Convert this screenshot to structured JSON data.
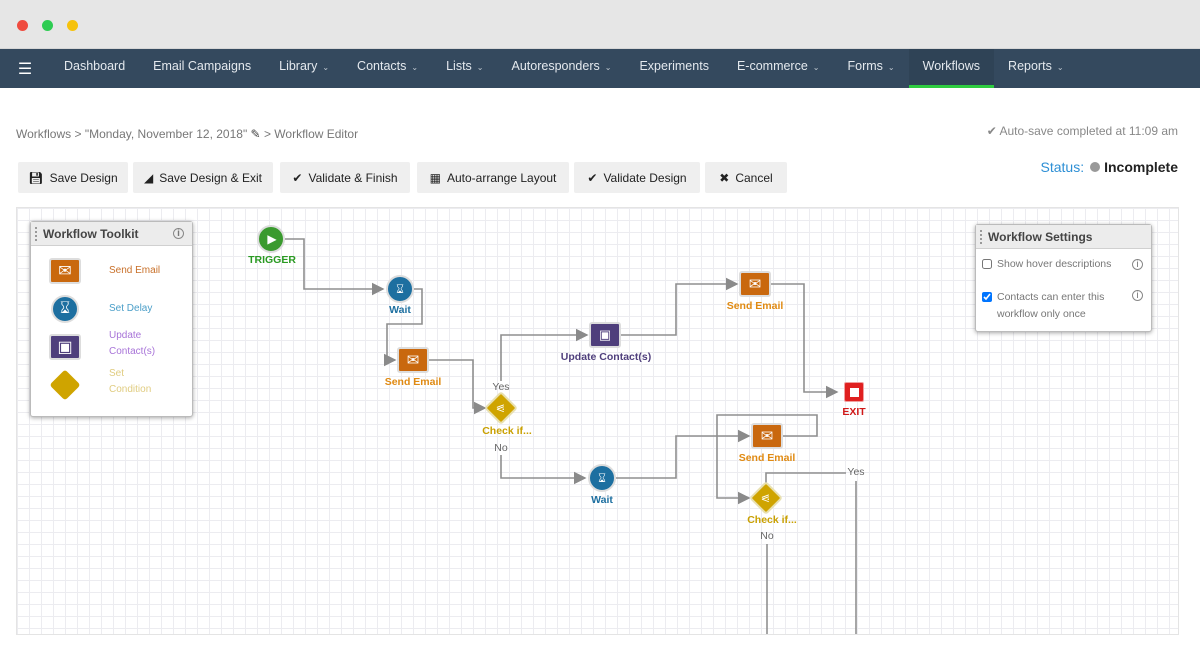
{
  "nav": {
    "items": [
      {
        "label": "Dashboard",
        "dropdown": false
      },
      {
        "label": "Email Campaigns",
        "dropdown": false
      },
      {
        "label": "Library",
        "dropdown": true
      },
      {
        "label": "Contacts",
        "dropdown": true
      },
      {
        "label": "Lists",
        "dropdown": true
      },
      {
        "label": "Autoresponders",
        "dropdown": true
      },
      {
        "label": "Experiments",
        "dropdown": false
      },
      {
        "label": "E-commerce",
        "dropdown": true
      },
      {
        "label": "Forms",
        "dropdown": true
      },
      {
        "label": "Workflows",
        "dropdown": false,
        "active": true
      },
      {
        "label": "Reports",
        "dropdown": true
      }
    ]
  },
  "breadcrumb": {
    "root": "Workflows",
    "name": "\"Monday, November 12, 2018\"",
    "current": "Workflow Editor"
  },
  "autosave": "Auto-save completed at 11:09 am",
  "status": {
    "label": "Status:",
    "value": "Incomplete"
  },
  "toolbar": {
    "save": "Save Design",
    "save_exit": "Save Design & Exit",
    "validate_finish": "Validate & Finish",
    "auto_arrange": "Auto-arrange Layout",
    "validate": "Validate Design",
    "cancel": "Cancel"
  },
  "toolkit": {
    "title": "Workflow Toolkit",
    "items": [
      {
        "label": "Send Email",
        "color": "#c8702a"
      },
      {
        "label": "Set Delay",
        "color": "#4a9ec8"
      },
      {
        "label": "Update Contact(s)",
        "color": "#a874d8"
      },
      {
        "label": "Set Condition",
        "color": "#e0cc80"
      }
    ]
  },
  "settings": {
    "title": "Workflow Settings",
    "options": [
      {
        "label": "Show hover descriptions",
        "checked": false
      },
      {
        "label": "Contacts can enter this workflow only once",
        "checked": true
      }
    ]
  },
  "nodes": {
    "trigger": "TRIGGER",
    "wait1": "Wait",
    "email1": "Send Email",
    "check1": "Check if...",
    "update": "Update Contact(s)",
    "email2": "Send Email",
    "exit": "EXIT",
    "email3": "Send Email",
    "wait2": "Wait",
    "check2": "Check if..."
  },
  "branches": {
    "yes": "Yes",
    "no": "No"
  },
  "colors": {
    "nav": "#34495e",
    "email": "#c9680e",
    "delay": "#1d6fa0",
    "update": "#4f3f7c",
    "condition": "#cfa400",
    "trigger": "#3a9a2e",
    "exit": "#e02020",
    "status_label": "#2d8fd5"
  }
}
